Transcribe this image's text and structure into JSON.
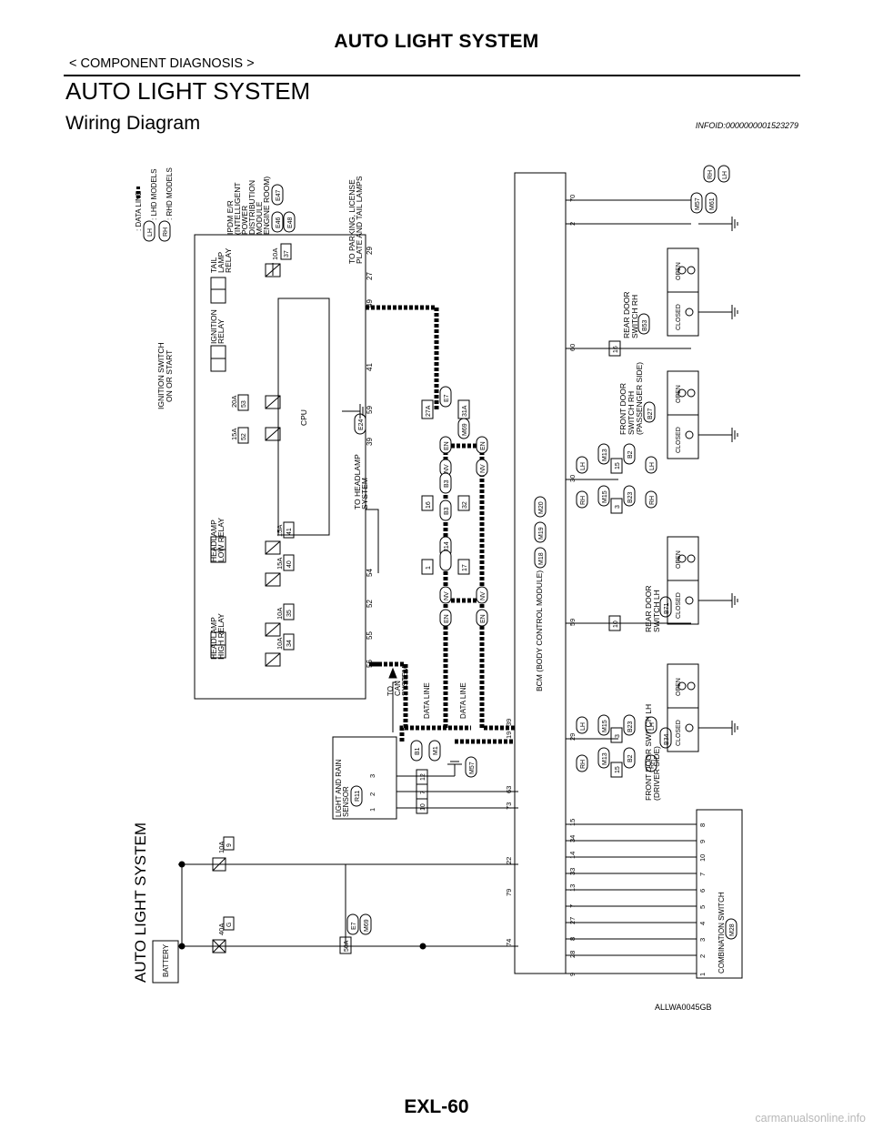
{
  "header": {
    "title": "AUTO LIGHT SYSTEM",
    "breadcrumb": "< COMPONENT DIAGNOSIS >"
  },
  "page": {
    "title": "AUTO LIGHT SYSTEM",
    "section": "Wiring Diagram",
    "info_id": "INFOID:0000000001523279"
  },
  "diagram": {
    "title": "AUTO LIGHT SYSTEM",
    "code": "ALLWA0045GB",
    "legend": {
      "data_line": ": DATA LINE",
      "lhd": ": LHD MODELS",
      "rhd": ": RHD MODELS",
      "lh": "LH",
      "rh": "RH"
    },
    "ipdm": {
      "label1": "IPDM E/R",
      "label2": "(INTELLIGENT",
      "label3": "POWER",
      "label4": "DISTRIBUTION",
      "label5": "MODULE",
      "label6": "ENGINE ROOM)",
      "conn1": "E46",
      "conn2": "E47",
      "conn3": "E48"
    },
    "ignition_switch": {
      "line1": "IGNITION SWITCH",
      "line2": "ON OR START"
    },
    "battery": "BATTERY",
    "fuses": [
      {
        "amp": "40A",
        "id": "G"
      },
      {
        "amp": "10A",
        "id": "9"
      },
      {
        "amp": "10A",
        "id": "34"
      },
      {
        "amp": "10A",
        "id": "35"
      },
      {
        "amp": "15A",
        "id": "40"
      },
      {
        "amp": "15A",
        "id": "41"
      },
      {
        "amp": "15A",
        "id": "52"
      },
      {
        "amp": "20A",
        "id": "53"
      },
      {
        "amp": "10A",
        "id": "37"
      }
    ],
    "relays": {
      "high": [
        "HEADLAMP",
        "HIGH RELAY"
      ],
      "low": [
        "HEADLAMP",
        "LOW RELAY"
      ],
      "ign": [
        "IGNITION",
        "RELAY"
      ],
      "tail": [
        "TAIL",
        "LAMP",
        "RELAY"
      ]
    },
    "cpu": "CPU",
    "ground_e24": "E24",
    "ipdm_pins": [
      "56",
      "55",
      "52",
      "54",
      "39",
      "59",
      "41",
      "49",
      "27",
      "29"
    ],
    "to_headlamp": [
      "TO HEADLAMP",
      "SYSTEM"
    ],
    "to_parking": [
      "TO PARKING, LICENSE",
      "PLATE AND TAIL LAMPS"
    ],
    "to_can": [
      "TO",
      "CAN",
      "SYSTEM"
    ],
    "data_line": "DATA LINE",
    "can_labels": {
      "en": "EN",
      "nv": "NV",
      "n1": "1",
      "n16": "16",
      "n17": "17",
      "n32": "32",
      "n27a": "27A",
      "n31a": "31A",
      "m14": "M14",
      "b3": "B3",
      "m69": "M69",
      "e7": "E7"
    },
    "bcm": {
      "label": "BCM (BODY CONTROL MODULE)",
      "m18": "M18",
      "m19": "M19",
      "m20": "M20"
    },
    "bcm_pins_in": [
      "74",
      "79",
      "22",
      "73",
      "63",
      "19",
      "39",
      "59",
      "30",
      "60",
      "2",
      "70"
    ],
    "bcm_pins_out": [
      "9",
      "28",
      "8",
      "27",
      "7",
      "13",
      "33",
      "14",
      "34",
      "15",
      "29",
      "59",
      "30",
      "60",
      "2",
      "70"
    ],
    "sensor": {
      "line1": "LIGHT AND RAIN",
      "line2": "SENSOR",
      "conn": "R11",
      "pins": [
        "1",
        "2",
        "3"
      ],
      "jc1": [
        "10",
        "7",
        "12"
      ],
      "b1": "B1",
      "m1": "M1",
      "gnd": "M57"
    },
    "e7_block": {
      "e7": "E7",
      "m69": "M69",
      "pin": "56A"
    },
    "door_switches": [
      {
        "line1": "FRONT DOOR SWITCH LH",
        "line2": "(DRIVER SIDE)",
        "conn": "B34"
      },
      {
        "line1": "REAR DOOR",
        "line2": "SWITCH LH",
        "conn": "B71"
      },
      {
        "line1": "FRONT DOOR",
        "line2": "SWITCH RH",
        "line3": "(PASSENGER SIDE)",
        "conn": "B27"
      },
      {
        "line1": "REAR DOOR",
        "line2": "SWITCH RH",
        "conn": "B53"
      }
    ],
    "switch_states": {
      "closed": "CLOSED",
      "open": "OPEN"
    },
    "door_joints": {
      "m13": "M13",
      "m15": "M15",
      "b2": "B2",
      "b23": "B23",
      "n15": "15",
      "n3": "3",
      "n10": "10",
      "n16": "16",
      "rh": "RH",
      "lh": "LH"
    },
    "combination_switch": {
      "label": "COMBINATION SWITCH",
      "conn": "M28",
      "pins": [
        "1",
        "2",
        "3",
        "4",
        "5",
        "6",
        "7",
        "10",
        "9",
        "8"
      ]
    },
    "m57_conn": "M57",
    "m61_conn": "M61"
  },
  "footer": {
    "page": "EXL-60",
    "watermark": "carmanualsonline.info"
  }
}
